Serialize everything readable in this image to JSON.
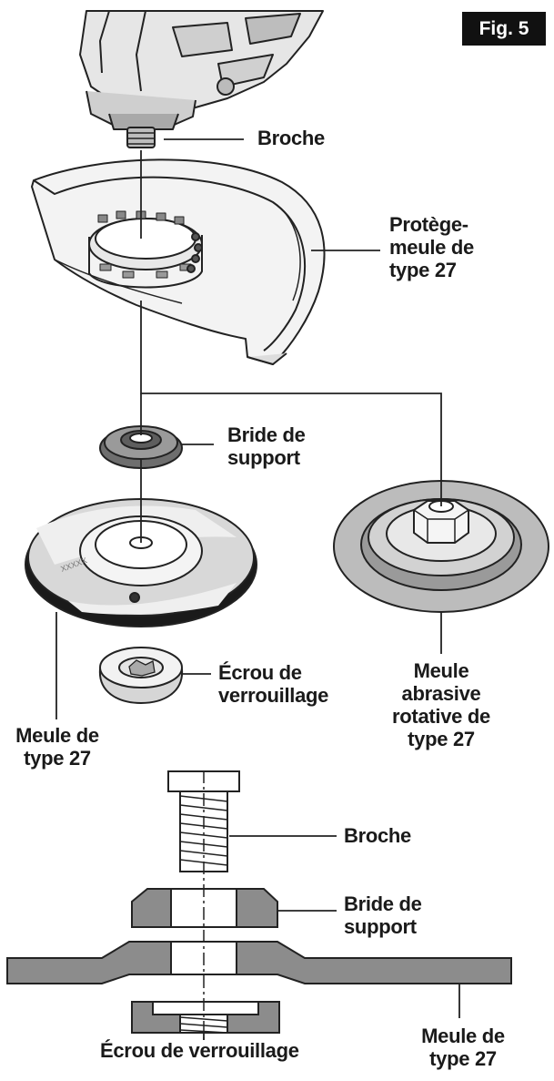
{
  "figure": {
    "badge": "Fig. 5",
    "labels": {
      "broche_top": "Broche",
      "protege_line1": "Protège-",
      "protege_line2": "meule de",
      "protege_line3": "type 27",
      "bride_line1": "Bride de",
      "bride_line2": "support",
      "meule_rot_line1": "Meule",
      "meule_rot_line2": "abrasive",
      "meule_rot_line3": "rotative de",
      "meule_rot_line4": "type 27",
      "ecrou_line1": "Écrou de",
      "ecrou_line2": "verrouillage",
      "meule_line1": "Meule de",
      "meule_line2": "type 27",
      "wheel_print": "XXXXX"
    },
    "section_labels": {
      "broche": "Broche",
      "bride_line1": "Bride de",
      "bride_line2": "support",
      "meule_line1": "Meule de",
      "meule_line2": "type 27",
      "ecrou": "Écrou de verrouillage"
    },
    "colors": {
      "line": "#222222",
      "dark": "#111111",
      "gray": "#8a8a8a",
      "light": "#d9d9d9"
    }
  }
}
